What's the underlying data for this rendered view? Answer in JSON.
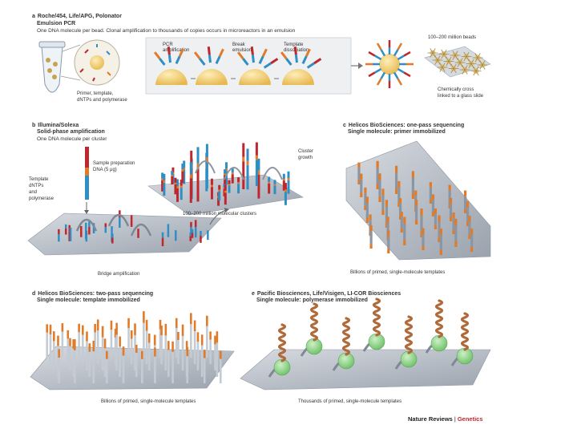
{
  "panel_a": {
    "letter": "a",
    "title": "Roche/454, Life/APG, Polonator",
    "subtitle": "Emulsion PCR",
    "description": "One DNA molecule per bead. Clonal amplification to thousands of copies occurs in microreactors in an emulsion",
    "reagents_line1": "Primer, template,",
    "reagents_line2": "dNTPs and polymerase",
    "step1_line1": "PCR",
    "step1_line2": "amplification",
    "step2_line1": "Break",
    "step2_line2": "emulsion",
    "step3_line1": "Template",
    "step3_line2": "dissociation",
    "beads_label": "100–200 million beads",
    "crosslink_line1": "Chemically cross",
    "crosslink_line2": "linked to a glass slide"
  },
  "panel_b": {
    "letter": "b",
    "title": "Illumina/Solexa",
    "subtitle": "Solid-phase amplification",
    "description": "One DNA molecule per cluster",
    "sample_line1": "Sample preparation",
    "sample_line2": "DNA (5 μg)",
    "template_line1": "Template",
    "template_line2": "dNTPs",
    "template_line3": "and",
    "template_line4": "polymerase",
    "cluster_line1": "Cluster",
    "cluster_line2": "growth",
    "clusters_label": "100–200 million molecular clusters",
    "bridge_label": "Bridge amplification"
  },
  "panel_c": {
    "letter": "c",
    "title": "Helicos BioSciences: one-pass sequencing",
    "subtitle": "Single molecule: primer immobilized",
    "caption": "Billions of primed, single-molecule templates"
  },
  "panel_d": {
    "letter": "d",
    "title": "Helicos BioSciences: two-pass sequencing",
    "subtitle": "Single molecule: template immobilized",
    "caption": "Billions of primed, single-molecule templates"
  },
  "panel_e": {
    "letter": "e",
    "title": "Pacific Biosciences, Life/Visigen, LI-COR Biosciences",
    "subtitle": "Single molecule: polymerase immobilized",
    "caption": "Thousands of primed, single-molecule templates"
  },
  "footer": {
    "journal": "Nature Reviews",
    "separator": "|",
    "section": "Genetics"
  },
  "colors": {
    "red": "#c0272d",
    "blue": "#2f8fc4",
    "orange": "#e07b2a",
    "yellow": "#f3d37a",
    "surface": "#b9bfc7",
    "strand": "#8a96a3",
    "green": "#8fd08a",
    "brown": "#b06a3a"
  }
}
